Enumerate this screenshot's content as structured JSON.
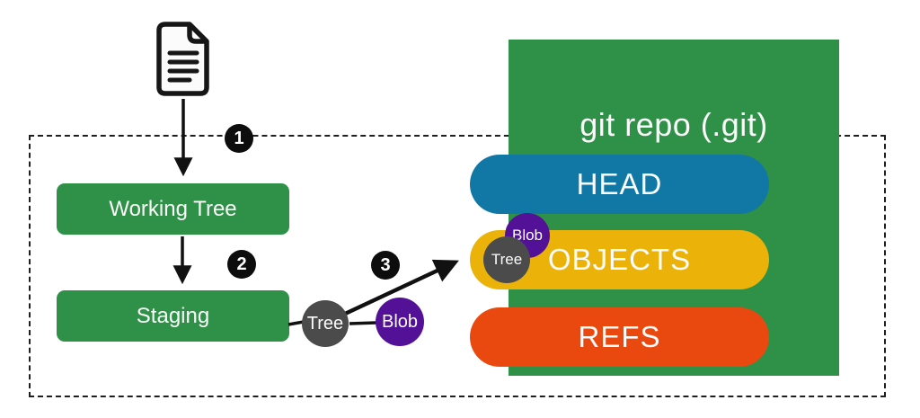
{
  "diagram": {
    "repo": {
      "title": "git repo (.git)",
      "sections": [
        {
          "label": "HEAD",
          "color": "#1178a6"
        },
        {
          "label": "OBJECTS",
          "color": "#ebb309"
        },
        {
          "label": "REFS",
          "color": "#e9490f"
        }
      ]
    },
    "nodes": [
      {
        "label": "Working Tree"
      },
      {
        "label": "Staging"
      }
    ],
    "steps": [
      "1",
      "2",
      "3"
    ],
    "object_circles": {
      "tree": "Tree",
      "blob": "Blob"
    },
    "colors": {
      "repo_green": "#2f9048",
      "head_blue": "#1178a6",
      "objects_yellow": "#ebb309",
      "refs_orange": "#e9490f",
      "blob_purple": "#521197",
      "tree_gray": "#4b4b4b",
      "badge_black": "#0d0d0d",
      "boundary_dash": "#1f1f1f"
    }
  }
}
